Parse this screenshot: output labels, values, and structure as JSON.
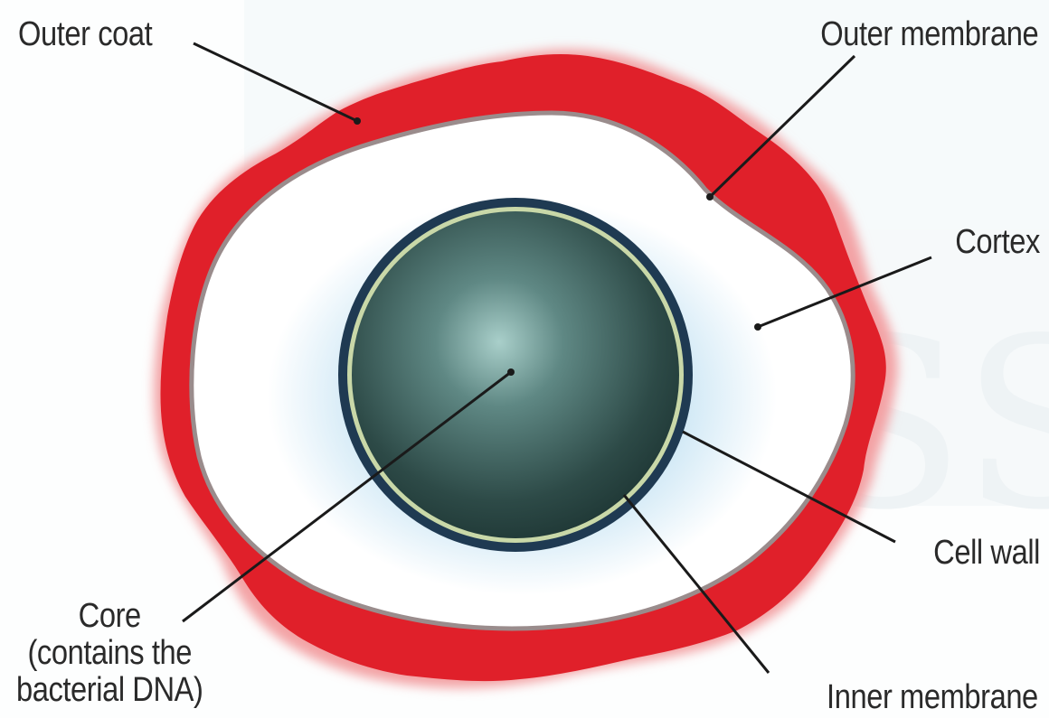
{
  "labels": {
    "outer_coat": "Outer coat",
    "outer_membrane": "Outer membrane",
    "cortex": "Cortex",
    "cell_wall": "Cell wall",
    "inner_membrane": "Inner membrane",
    "core_line1": "Core",
    "core_line2": "(contains the",
    "core_line3": "bacterial DNA)"
  },
  "colors": {
    "outer_coat": "#e0202a",
    "outer_coat_halo": "#f4a6a8",
    "outer_membrane": "#9a8c8c",
    "cortex_light": "#ffffff",
    "cortex_blue": "#bfe0f2",
    "cell_wall": "#1f3a52",
    "inner_membrane": "#c9d8a8",
    "core_light": "#9ec4bf",
    "core_dark": "#1f3b38",
    "leader_line": "#1a1a1a",
    "watermark": "#e6edf1"
  }
}
